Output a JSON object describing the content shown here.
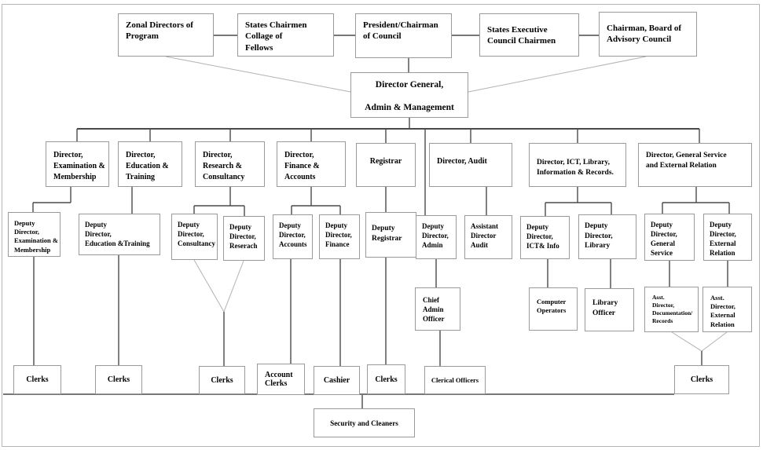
{
  "colors": {
    "background": "#ffffff",
    "text": "#000000",
    "box_border": "#9a9a9a",
    "line": "#4a4a4a",
    "light_line": "#b2b2b2",
    "page_border": "#b5b5b5"
  },
  "nodes": {
    "zonal": {
      "label": "Zonal Directors of\nProgram"
    },
    "states_chairmen": {
      "label": "States Chairmen\nCollage of\nFellows"
    },
    "president": {
      "label": "President/Chairman\nof Council"
    },
    "states_exec": {
      "label": "States Executive\nCouncil Chairmen"
    },
    "chairman_board": {
      "label": "Chairman, Board of\nAdvisory Council"
    },
    "dg": {
      "label": "Director General,\n\nAdmin & Management"
    },
    "d_exam": {
      "label": "Director,\nExamination &\nMembership"
    },
    "d_edu": {
      "label": "Director,\nEducation &\nTraining"
    },
    "d_research": {
      "label": "Director,\nResearch &\nConsultancy"
    },
    "d_finance": {
      "label": "Director,\nFinance &\nAccounts"
    },
    "registrar": {
      "label": "Registrar"
    },
    "d_audit": {
      "label": "Director, Audit"
    },
    "d_ict": {
      "label": "Director, ICT, Library,\nInformation & Records."
    },
    "d_gs": {
      "label": "Director, General Service\nand External Relation"
    },
    "dd_exam": {
      "label": "Deputy\nDirector,\nExamination &\nMembership"
    },
    "dd_edu": {
      "label": "Deputy\nDirector,\nEducation &Training"
    },
    "dd_consult": {
      "label": "Deputy\nDirector,\nConsultancy"
    },
    "dd_research": {
      "label": "Deputy\nDirector,\nReserach"
    },
    "dd_accounts": {
      "label": "Deputy\nDirector,\nAccounts"
    },
    "dd_finance": {
      "label": "Deputy\nDirector,\nFinance"
    },
    "dd_registrar": {
      "label": "Deputy\nRegistrar"
    },
    "dd_admin": {
      "label": "Deputy\nDirector,\nAdmin"
    },
    "ad_audit": {
      "label": "Assistant\nDirector\nAudit"
    },
    "dd_ict": {
      "label": "Deputy\nDirector,\nICT& Info"
    },
    "dd_library": {
      "label": "Deputy\nDirector,\nLibrary"
    },
    "dd_gs": {
      "label": "Deputy\nDirector,\nGeneral\nService"
    },
    "dd_ext": {
      "label": "Deputy\nDirector,\nExternal\nRelation"
    },
    "chief_admin": {
      "label": "Chief\nAdmin\nOfficer"
    },
    "comp_ops": {
      "label": "Computer\nOperators"
    },
    "lib_officer": {
      "label": "Library\nOfficer"
    },
    "asst_doc": {
      "label": "Asst.\nDirector,\nDocumentation/\nRecords"
    },
    "asst_ext": {
      "label": "Asst.\nDirector,\nExternal\nRelation"
    },
    "clerks1": {
      "label": "Clerks"
    },
    "clerks2": {
      "label": "Clerks"
    },
    "clerks3": {
      "label": "Clerks"
    },
    "acct_clerks": {
      "label": "Account\nClerks"
    },
    "cashier": {
      "label": "Cashier"
    },
    "clerks4": {
      "label": "Clerks"
    },
    "clerical": {
      "label": "Clerical Officers"
    },
    "clerks5": {
      "label": "Clerks"
    },
    "security": {
      "label": "Security and Cleaners"
    }
  }
}
